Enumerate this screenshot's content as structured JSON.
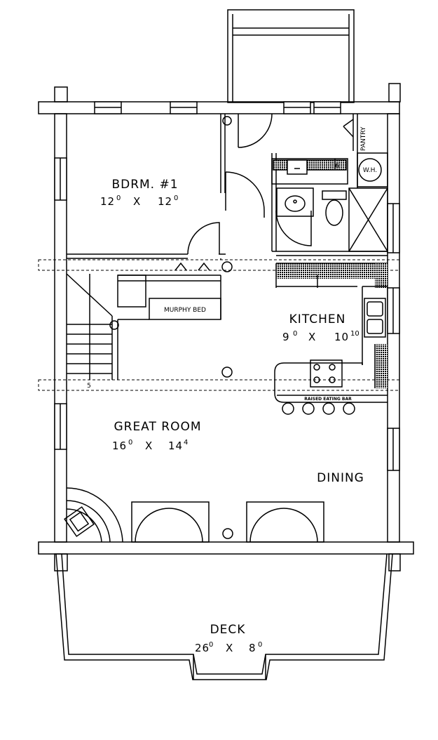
{
  "rooms": {
    "bedroom": {
      "name": "BDRM. #1",
      "width_ft": "12",
      "width_in": "0",
      "sep": "X",
      "length_ft": "12",
      "length_in": "0"
    },
    "kitchen": {
      "name": "KITCHEN",
      "width_ft": "9",
      "width_in": "0",
      "sep": "X",
      "length_ft": "10",
      "length_in": "10"
    },
    "great_room": {
      "name": "GREAT ROOM",
      "width_ft": "16",
      "width_in": "0",
      "sep": "X",
      "length_ft": "14",
      "length_in": "4"
    },
    "dining": {
      "name": "DINING"
    },
    "deck": {
      "name": "DECK",
      "width_ft": "26",
      "width_in": "0",
      "sep": "X",
      "length_ft": "8",
      "length_in": "0"
    }
  },
  "fixtures": {
    "murphy_bed": "MURPHY BED",
    "pantry": "PANTRY",
    "water_heater": "W.H.",
    "eating_bar": "RAISED EATING BAR",
    "range_hood": "6",
    "stair_mark": "5"
  }
}
